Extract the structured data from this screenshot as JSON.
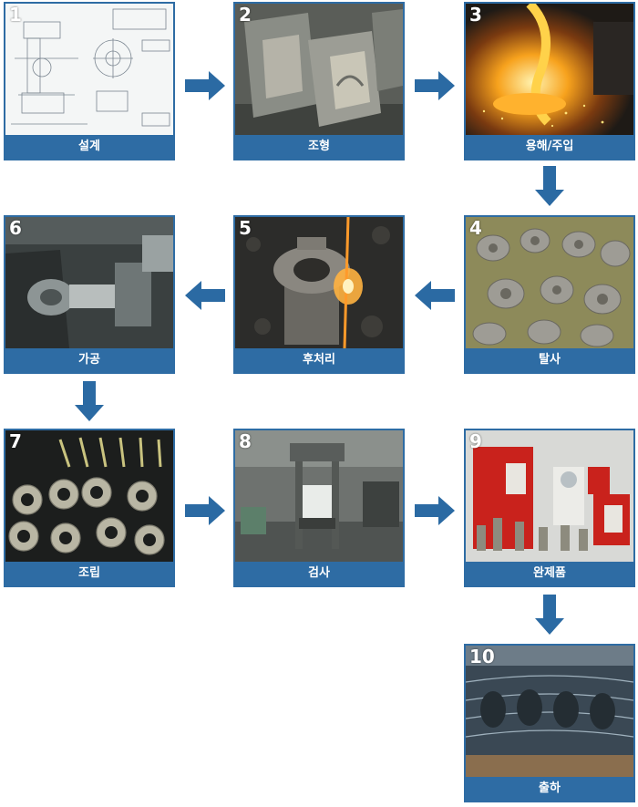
{
  "steps": [
    {
      "number": "1",
      "label": "설계"
    },
    {
      "number": "2",
      "label": "조형"
    },
    {
      "number": "3",
      "label": "용해/주입"
    },
    {
      "number": "4",
      "label": "탈사"
    },
    {
      "number": "5",
      "label": "후처리"
    },
    {
      "number": "6",
      "label": "가공"
    },
    {
      "number": "7",
      "label": "조립"
    },
    {
      "number": "8",
      "label": "검사"
    },
    {
      "number": "9",
      "label": "완제품"
    },
    {
      "number": "10",
      "label": "출하"
    }
  ],
  "colors": {
    "accent": "#2e6ca4",
    "arrow": "#2b6aa3"
  },
  "icons": {
    "arrow_right": "arrow-right-icon",
    "arrow_left": "arrow-left-icon",
    "arrow_down": "arrow-down-icon"
  }
}
